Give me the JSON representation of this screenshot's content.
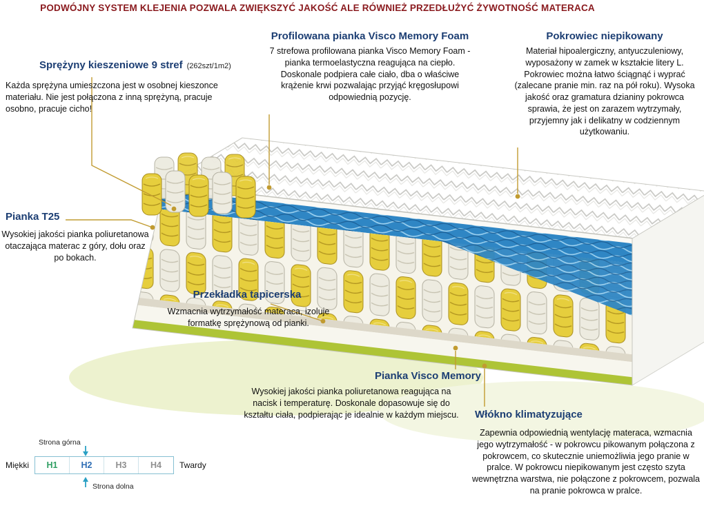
{
  "header": {
    "text": "PODWÓJNY SYSTEM KLEJENIA POZWALA ZWIĘKSZYĆ JAKOŚĆ ALE RÓWNIEŻ PRZEDŁUŻYĆ ŻYWOTNOŚĆ MATERACA"
  },
  "annotations": {
    "springs": {
      "title": "Sprężyny kieszeniowe 9 stref",
      "subtitle": "(262szt/1m2)",
      "body": "Każda sprężyna umieszczona jest w osobnej kieszonce materiału. Nie jest połączona z inną sprężyną, pracuje osobno, pracuje cicho!"
    },
    "profiled_foam": {
      "title": "Profilowana pianka Visco Memory Foam",
      "body": "7 strefowa profilowana pianka Visco Memory Foam - pianka termoelastyczna reagująca na ciepło. Doskonale podpiera całe ciało, dba o właściwe krążenie krwi pozwalając przyjąć kręgosłupowi odpowiednią pozycję."
    },
    "cover": {
      "title": "Pokrowiec niepikowany",
      "body": "Materiał hipoalergiczny, antyuczuleniowy, wyposażony w zamek w kształcie litery L. Pokrowiec można łatwo ściągnąć i wyprać (zalecane pranie min. raz na pół roku). Wysoka jakość oraz gramatura dzianiny pokrowca sprawia, że jest on zarazem wytrzymały, przyjemny jak i delikatny w codziennym użytkowaniu."
    },
    "t25": {
      "title": "Pianka T25",
      "body": "Wysokiej jakości pianka poliuretanowa otaczająca materac z góry, dołu oraz po bokach."
    },
    "insulator": {
      "title": "Przekładka tapicerska",
      "body": "Wzmacnia wytrzymałość materaca, izoluje formatkę sprężynową od pianki."
    },
    "visco": {
      "title": "Pianka Visco Memory",
      "body": "Wysokiej jakości pianka poliuretanowa reagująca na nacisk i temperaturę. Doskonale dopasowuje się do kształtu ciała, podpierając je idealnie w każdym miejscu."
    },
    "fiber": {
      "title": "Włókno klimatyzujące",
      "body": "Zapewnia odpowiednią wentylację materaca, wzmacnia jego wytrzymałość - w pokrowcu pikowanym połączona z pokrowcem, co skutecznie uniemożliwia jego pranie w pralce. W pokrowcu niepikowanym jest często szyta wewnętrzna warstwa, nie połączone z pokrowcem, pozwala na pranie pokrowca w pralce."
    }
  },
  "scale": {
    "top_label": "Strona górna",
    "bottom_label": "Strona dolna",
    "soft_label": "Miękki",
    "hard_label": "Twardy",
    "levels": [
      {
        "label": "H1",
        "color": "#2f9e62"
      },
      {
        "label": "H2",
        "color": "#2e6db4"
      },
      {
        "label": "H3",
        "color": "#8f8f8f"
      },
      {
        "label": "H4",
        "color": "#8f8f8f"
      }
    ]
  },
  "colors": {
    "header_red": "#8a1a1e",
    "heading_navy": "#1c3e73",
    "leader_gold": "#c19b30",
    "spring_yellow": "#e6ce3d",
    "visco_blue": "#2f86c4",
    "base_green": "#aec436",
    "scale_teal": "#2aa0c4"
  }
}
